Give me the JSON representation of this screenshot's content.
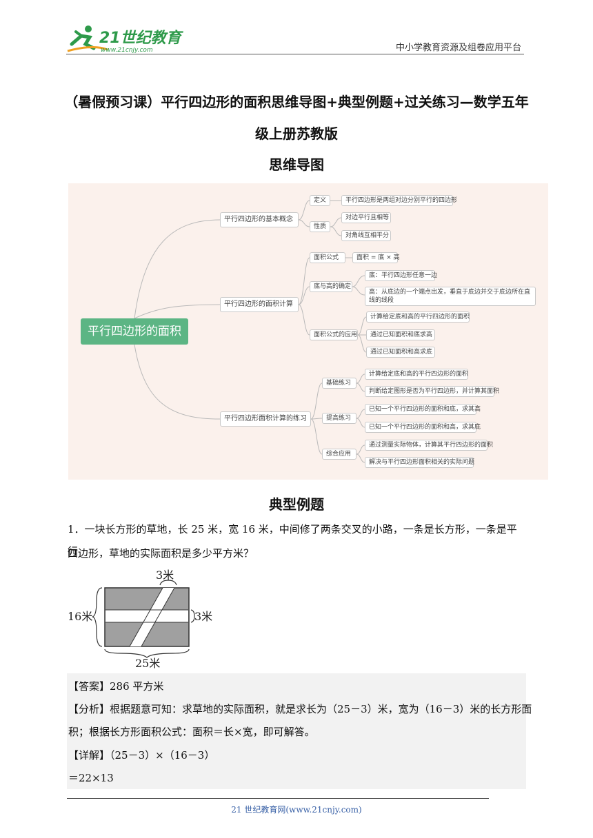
{
  "header": {
    "logo_text": "21世纪教育",
    "logo_url_text": "www.21cnjy.com",
    "platform": "中小学教育资源及组卷应用平台"
  },
  "doc": {
    "title_line1": "（暑假预习课）平行四边形的面积思维导图+典型例题+过关练习—数学五年",
    "title_line2": "级上册苏教版",
    "section_mindmap": "思维导图",
    "section_examples": "典型例题"
  },
  "mindmap": {
    "root": "平行四边形的面积",
    "b1": {
      "label": "平行四边形的基本概念",
      "c1": "定义",
      "c1_leaf": "平行四边形是两组对边分别平行的四边形",
      "c2": "性质",
      "c2_leaf1": "对边平行且相等",
      "c2_leaf2": "对角线互相平分"
    },
    "b2": {
      "label": "平行四边形的面积计算",
      "c1": "面积公式",
      "c1_leaf": "面积 = 底 × 高",
      "c2": "底与高的确定",
      "c2_leaf1": "底：平行四边形任意一边",
      "c2_leaf2": "高：从底边的一个端点出发，垂直于底边并交于底边所在直线的线段",
      "c3": "面积公式的应用",
      "c3_leaf1": "计算给定底和高的平行四边形的面积",
      "c3_leaf2": "通过已知面积和底求高",
      "c3_leaf3": "通过已知面积和高求底"
    },
    "b3": {
      "label": "平行四边形面积计算的练习",
      "c1": "基础练习",
      "c1_leaf1": "计算给定底和高的平行四边形的面积",
      "c1_leaf2": "判断给定图形是否为平行四边形，并计算其面积",
      "c2": "提高练习",
      "c2_leaf1": "已知一个平行四边形的面积和底，求其高",
      "c2_leaf2": "已知一个平行四边形的面积和高，求其底",
      "c3": "综合应用",
      "c3_leaf1": "通过测量实际物体，计算其平行四边形的面积",
      "c3_leaf2": "解决与平行四边形面积相关的实际问题"
    }
  },
  "example1": {
    "line1": "1．一块长方形的草地，长 25 米，宽 16 米，中间修了两条交叉的小路，一条是长方形，一条是平行",
    "line2": "四边形，草地的实际面积是多少平方米？",
    "fig_top": "3米",
    "fig_left": "16米",
    "fig_right": "3米",
    "fig_bottom": "25米",
    "answer": "【答案】286 平方米",
    "analysis1": "【分析】根据题意可知：求草地的实际面积，就是求长为（25－3）米，宽为（16－3）米的长方形面",
    "analysis2": "积；根据长方形面积公式：面积＝长×宽，即可解答。",
    "detail": "【详解】（25－3）×（16－3）",
    "detail2": "＝22×13"
  },
  "footer": {
    "text": "21 世纪教育网(www.21cnjy.com)"
  }
}
